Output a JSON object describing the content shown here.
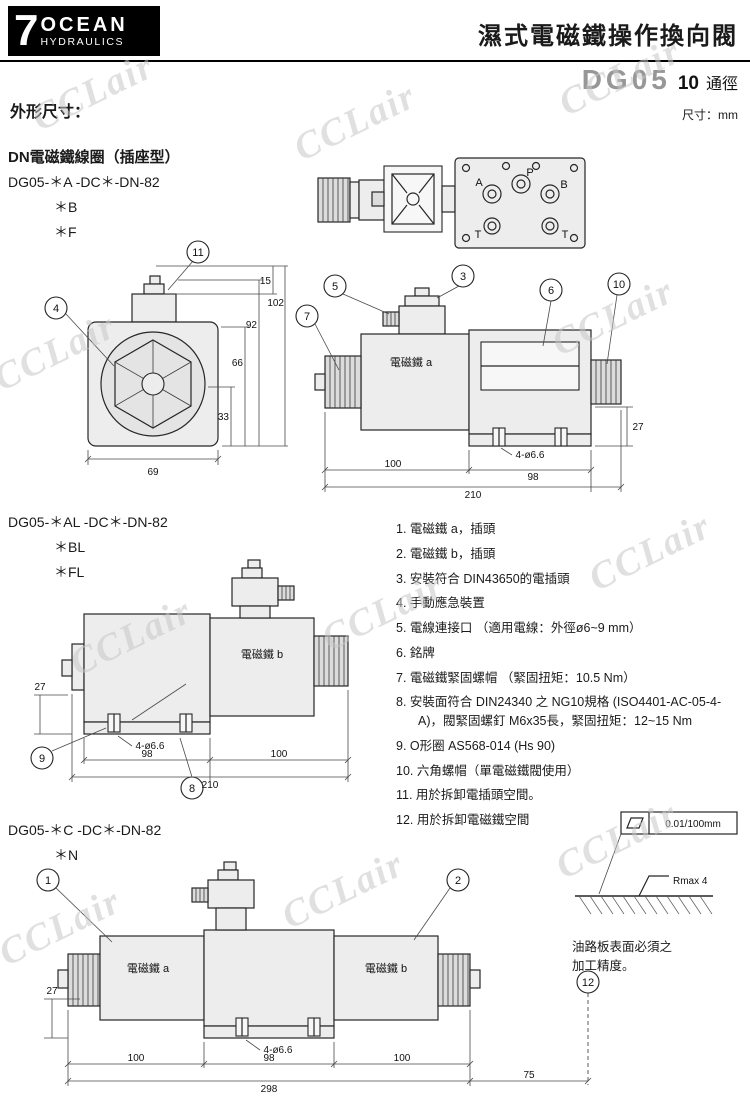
{
  "watermark": "CCLair",
  "header": {
    "logo_seven": "7",
    "logo_ocean": "OCEAN",
    "logo_sub": "HYDRAULICS",
    "title": "濕式電磁鐵操作換向閥",
    "model": "DG05",
    "size": "10",
    "size_unit": "通徑",
    "outline_label": "外形尺寸：",
    "unit_label": "尺寸：mm"
  },
  "sections": {
    "coil_heading": "DN電磁鐵線圈（插座型）"
  },
  "models": [
    {
      "code": "DG05-＊A -DC＊-DN-82",
      "subs": [
        "＊B",
        "＊F"
      ]
    },
    {
      "code": "DG05-＊AL -DC＊-DN-82",
      "subs": [
        "＊BL",
        "＊FL"
      ]
    },
    {
      "code": "DG05-＊C -DC＊-DN-82",
      "subs": [
        "＊N"
      ]
    }
  ],
  "parts": [
    "1. 電磁鐵 a，插頭",
    "2. 電磁鐵 b，插頭",
    "3. 安裝符合 DIN43650的電插頭",
    "4. 手動應急裝置",
    "5. 電線連接口 （適用電線：外徑ø6~9 mm）",
    "6. 銘牌",
    "7. 電磁鐵緊固螺帽 （緊固扭矩：10.5 Nm）",
    "8. 安裝面符合 DIN24340 之 NG10規格 (ISO4401-AC-05-4-A)，閥緊固螺釘 M6x35長，緊固扭矩：12~15 Nm",
    "9. O形圈 AS568-014 (Hs 90)",
    "10. 六角螺帽（單電磁鐵閥使用）",
    "11. 用於拆卸電插頭空間。",
    "12. 用於拆卸電磁鐵空間"
  ],
  "drawA": {
    "ports": {
      "a": "A",
      "p": "P",
      "b": "B",
      "t1": "T",
      "t2": "T"
    }
  },
  "drawB": {
    "c4": "4",
    "c11": "11",
    "d69": "69",
    "d33": "33",
    "d66": "66",
    "d92": "92",
    "d102": "102",
    "d15": "15"
  },
  "drawC": {
    "label": "電磁鐵 a",
    "c3": "3",
    "c5": "5",
    "c6": "6",
    "c7": "7",
    "c10": "10",
    "d100": "100",
    "d98": "98",
    "d210": "210",
    "d27": "27",
    "holes": "4-ø6.6"
  },
  "drawD": {
    "label": "電磁鐵 b",
    "c8": "8",
    "c9": "9",
    "d98": "98",
    "d100": "100",
    "d210": "210",
    "d27": "27",
    "holes": "4-ø6.6"
  },
  "drawE": {
    "labelA": "電磁鐵 a",
    "labelB": "電磁鐵 b",
    "c1": "1",
    "c2": "2",
    "c12": "12",
    "d100l": "100",
    "d98": "98",
    "d100r": "100",
    "d298": "298",
    "d75": "75",
    "d27": "27",
    "holes": "4-ø6.6"
  },
  "finish": {
    "tol": "0.01/100mm",
    "rmax": "Rmax 4",
    "note1": "油路板表面必須之",
    "note2": "加工精度。"
  }
}
